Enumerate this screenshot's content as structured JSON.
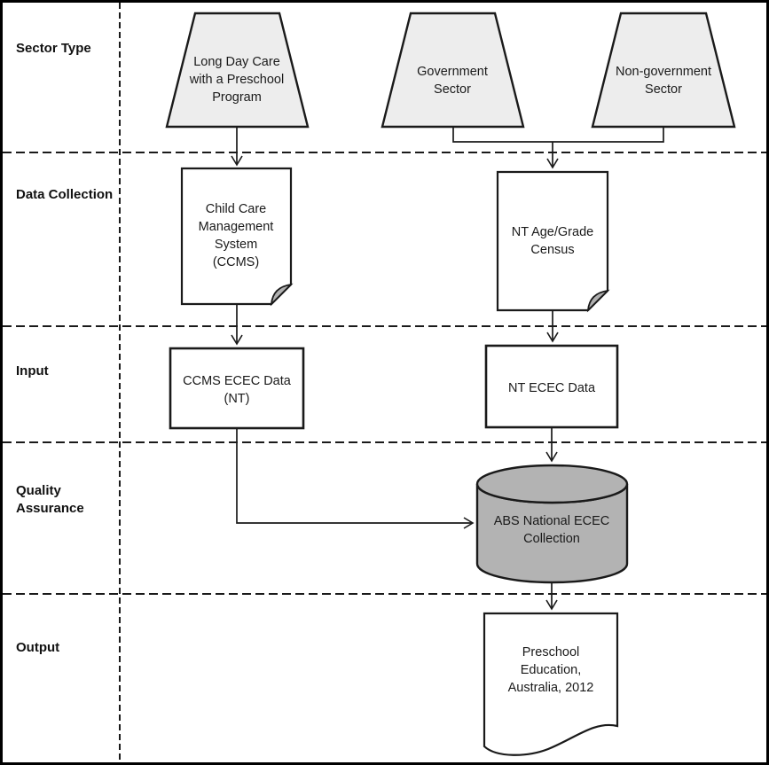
{
  "diagram": {
    "rows": [
      {
        "label": "Sector Type"
      },
      {
        "label": "Data Collection"
      },
      {
        "label": "Input"
      },
      {
        "label": "Quality\nAssurance"
      },
      {
        "label": "Output"
      }
    ],
    "nodes": {
      "long_day_care": {
        "shape": "trapezoid",
        "label": "Long Day Care\nwith a Preschool\nProgram"
      },
      "government_sector": {
        "shape": "trapezoid",
        "label": "Government\nSector"
      },
      "non_government_sector": {
        "shape": "trapezoid",
        "label": "Non-government\nSector"
      },
      "ccms": {
        "shape": "document",
        "label": "Child Care\nManagement\nSystem\n(CCMS)"
      },
      "nt_age_grade_census": {
        "shape": "document",
        "label": "NT Age/Grade\nCensus"
      },
      "ccms_ecec_data": {
        "shape": "process",
        "label": "CCMS ECEC Data\n(NT)"
      },
      "nt_ecec_data": {
        "shape": "process",
        "label": "NT ECEC Data"
      },
      "abs_national_ecec_collection": {
        "shape": "cylinder",
        "label": "ABS National ECEC\nCollection"
      },
      "preschool_education_2012": {
        "shape": "document-wavy-bottom",
        "label": "Preschool\nEducation,\nAustralia, 2012"
      }
    },
    "edges": [
      {
        "from": "long_day_care",
        "to": "ccms"
      },
      {
        "from": "government_sector",
        "to": "nt_age_grade_census"
      },
      {
        "from": "non_government_sector",
        "to": "nt_age_grade_census"
      },
      {
        "from": "ccms",
        "to": "ccms_ecec_data"
      },
      {
        "from": "nt_age_grade_census",
        "to": "nt_ecec_data"
      },
      {
        "from": "ccms_ecec_data",
        "to": "abs_national_ecec_collection"
      },
      {
        "from": "nt_ecec_data",
        "to": "abs_national_ecec_collection"
      },
      {
        "from": "abs_national_ecec_collection",
        "to": "preschool_education_2012"
      }
    ],
    "colors": {
      "background": "#ffffff",
      "line": "#1a1a1a",
      "trapezoid_fill": "#ededed",
      "document_fill": "#ffffff",
      "cylinder_fill": "#b3b3b3",
      "fold_fill": "#b0b0b0"
    }
  }
}
